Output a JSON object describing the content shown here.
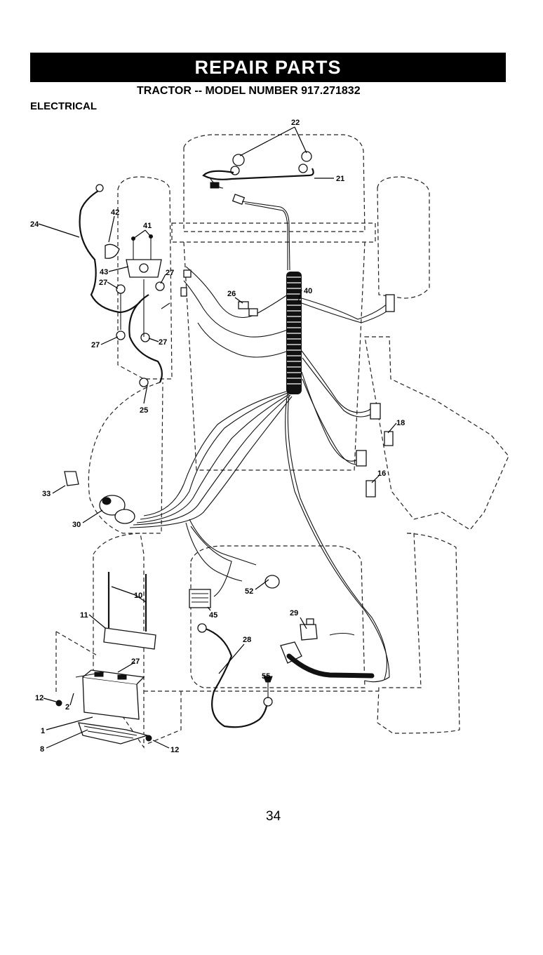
{
  "header": {
    "banner": "REPAIR PARTS",
    "subtitle": "TRACTOR -- MODEL NUMBER 917.271832"
  },
  "section_label": "ELECTRICAL",
  "callouts": {
    "c22": "22",
    "c21": "21",
    "c24": "24",
    "c42": "42",
    "c41": "41",
    "c43": "43",
    "c27a": "27",
    "c27b": "27",
    "c27c": "27",
    "c27d": "27",
    "c27e": "27",
    "c26": "26",
    "c40": "40",
    "c25": "25",
    "c18": "18",
    "c16": "16",
    "c33": "33",
    "c30": "30",
    "c10": "10",
    "c11": "11",
    "c52": "52",
    "c45": "45",
    "c29": "29",
    "c28": "28",
    "c55": "55",
    "c12a": "12",
    "c12b": "12",
    "c2": "2",
    "c1": "1",
    "c8": "8"
  },
  "footer": {
    "page_number": "34"
  }
}
